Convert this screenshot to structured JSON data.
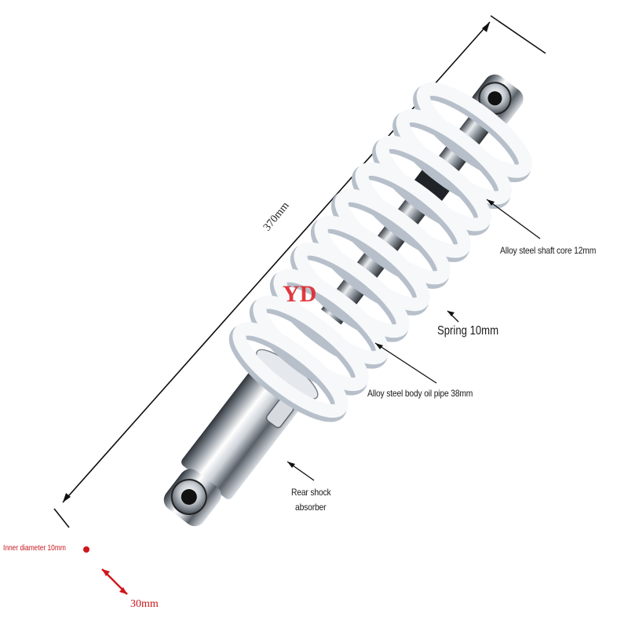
{
  "image": {
    "subject": "rear shock absorber with white coil spring",
    "colors": {
      "spring": "#f4f6f8",
      "spring_shadow": "#c9d0d8",
      "chrome_light": "#f2f4f6",
      "chrome_dark": "#3c4148",
      "dimension_line": "#111111",
      "accent_red": "#d0161b",
      "brand_logo_red": "#e0242c"
    }
  },
  "dimensions": {
    "length": "370mm",
    "eye_width": "30mm",
    "inner_diameter": "Inner diameter 10mm"
  },
  "callouts": {
    "shaft_core": "Alloy steel shaft core 12mm",
    "spring": "Spring 10mm",
    "oil_pipe": "Alloy steel body oil pipe 38mm",
    "absorber_line1": "Rear shock",
    "absorber_line2": "absorber"
  },
  "logo": {
    "text": "YD"
  }
}
